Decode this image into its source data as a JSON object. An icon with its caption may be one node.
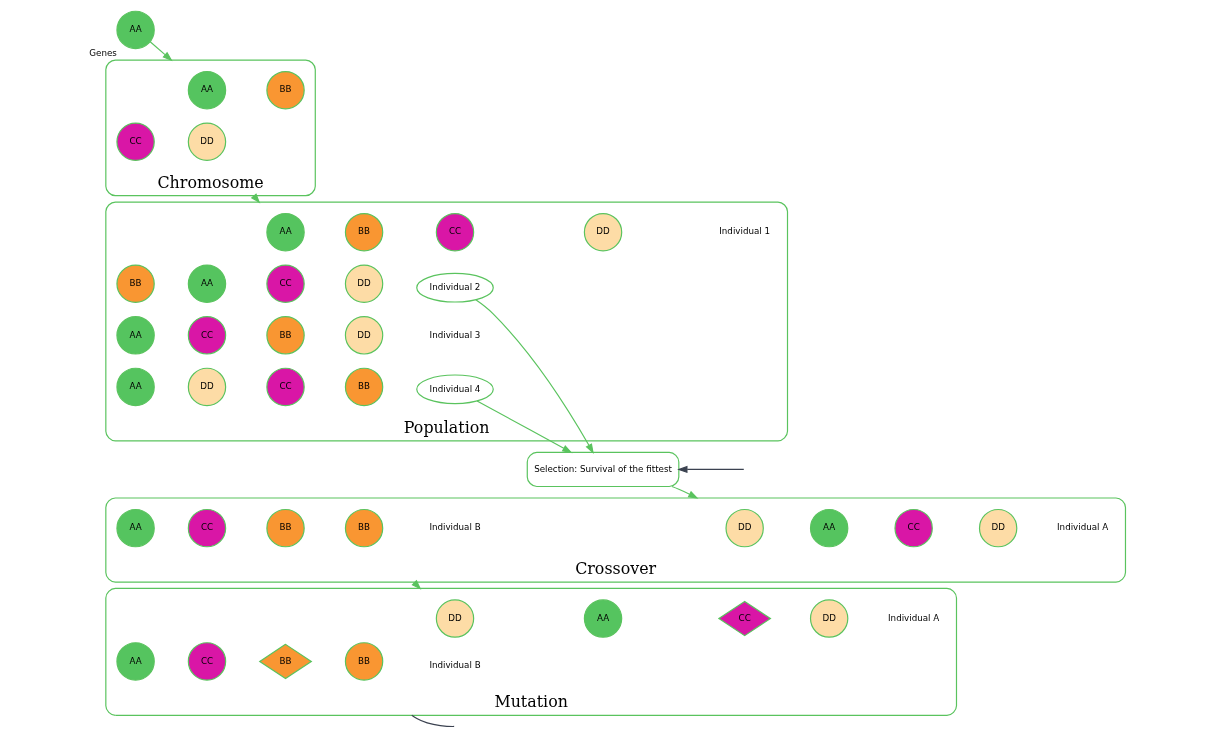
{
  "diagram": {
    "nodes": [
      {
        "text": [
          "AA"
        ],
        "beside": [
          "Genes"
        ]
      },
      {
        "text": [
          "Chromosome"
        ]
      },
      {
        "text": [
          "AA"
        ],
        "in": 1
      },
      {
        "text": [
          "BB"
        ],
        "in": 1
      },
      {
        "text": [
          "CC"
        ],
        "in": 1
      },
      {
        "text": [
          "DD"
        ],
        "in": 1
      },
      {
        "text": [
          "Population"
        ]
      },
      {
        "text": [
          "AA"
        ],
        "in": 6
      },
      {
        "text": [
          "BB"
        ],
        "in": 6
      },
      {
        "text": [
          "CC"
        ],
        "in": 6
      },
      {
        "text": [
          "DD"
        ],
        "in": 6
      },
      {
        "text": [
          "BB"
        ],
        "in": 6
      },
      {
        "text": [
          "AA"
        ],
        "in": 6
      },
      {
        "text": [
          "CC"
        ],
        "in": 6
      },
      {
        "text": [
          "DD"
        ],
        "in": 6
      },
      {
        "text": [
          "Individual 2"
        ],
        "in": 6
      },
      {
        "text": [
          "AA"
        ],
        "in": 6
      },
      {
        "text": [
          "CC"
        ],
        "in": 6
      },
      {
        "text": [
          "BB"
        ],
        "in": 6
      },
      {
        "text": [
          "DD"
        ],
        "in": 6
      },
      {
        "text": [
          "AA"
        ],
        "in": 6
      },
      {
        "text": [
          "DD"
        ],
        "in": 6
      },
      {
        "text": [
          "CC"
        ],
        "in": 6
      },
      {
        "text": [
          "BB"
        ],
        "in": 6
      },
      {
        "text": [
          "Individual 4"
        ],
        "in": 6
      },
      {
        "text": [
          "Selection: Survival of the fittest"
        ]
      },
      {
        "text": [
          "Mutation"
        ]
      },
      {
        "text": [
          "DD"
        ],
        "in": 26
      },
      {
        "text": [
          "AA"
        ],
        "in": 26
      },
      {
        "text": [
          "CC"
        ],
        "in": 26
      },
      {
        "text": [
          "DD"
        ],
        "in": 26
      },
      {
        "text": [
          "AA"
        ],
        "in": 26
      },
      {
        "text": [
          "CC"
        ],
        "in": 26
      },
      {
        "text": [
          "BB"
        ],
        "in": 26
      },
      {
        "text": [
          "BB"
        ],
        "in": 26
      },
      {
        "text": [
          "Crossover"
        ]
      },
      {
        "text": [
          "DD"
        ],
        "in": 35
      },
      {
        "text": [
          "AA"
        ],
        "in": 35
      },
      {
        "text": [
          "CC"
        ],
        "in": 35
      },
      {
        "text": [
          "DD"
        ],
        "in": 35
      },
      {
        "text": [
          "AA"
        ],
        "in": 35
      },
      {
        "text": [
          "CC"
        ],
        "in": 35
      },
      {
        "text": [
          "BB"
        ],
        "in": 35
      },
      {
        "text": [
          "BB"
        ],
        "in": 35
      }
    ],
    "edges": [
      {
        "from": 0,
        "to": 1,
        "arrow": "to"
      },
      {
        "from": 1,
        "to": 6,
        "arrow": "to"
      },
      {
        "from": 15,
        "to": 25,
        "arrow": "to"
      },
      {
        "from": 24,
        "to": 25,
        "arrow": "to"
      },
      {
        "from": null,
        "to": 25,
        "arrow": "to",
        "color": "#3b4250"
      },
      {
        "from": 25,
        "to": 35,
        "arrow": "to"
      },
      {
        "from": 35,
        "to": 26,
        "arrow": "to"
      },
      {
        "from": 26,
        "to": null,
        "arrow": "none",
        "color": "#3b4250"
      }
    ],
    "labels": [
      "Individual 1",
      "Individual 3",
      "Individual A",
      "Individual B",
      "Individual A",
      "Individual B"
    ]
  }
}
